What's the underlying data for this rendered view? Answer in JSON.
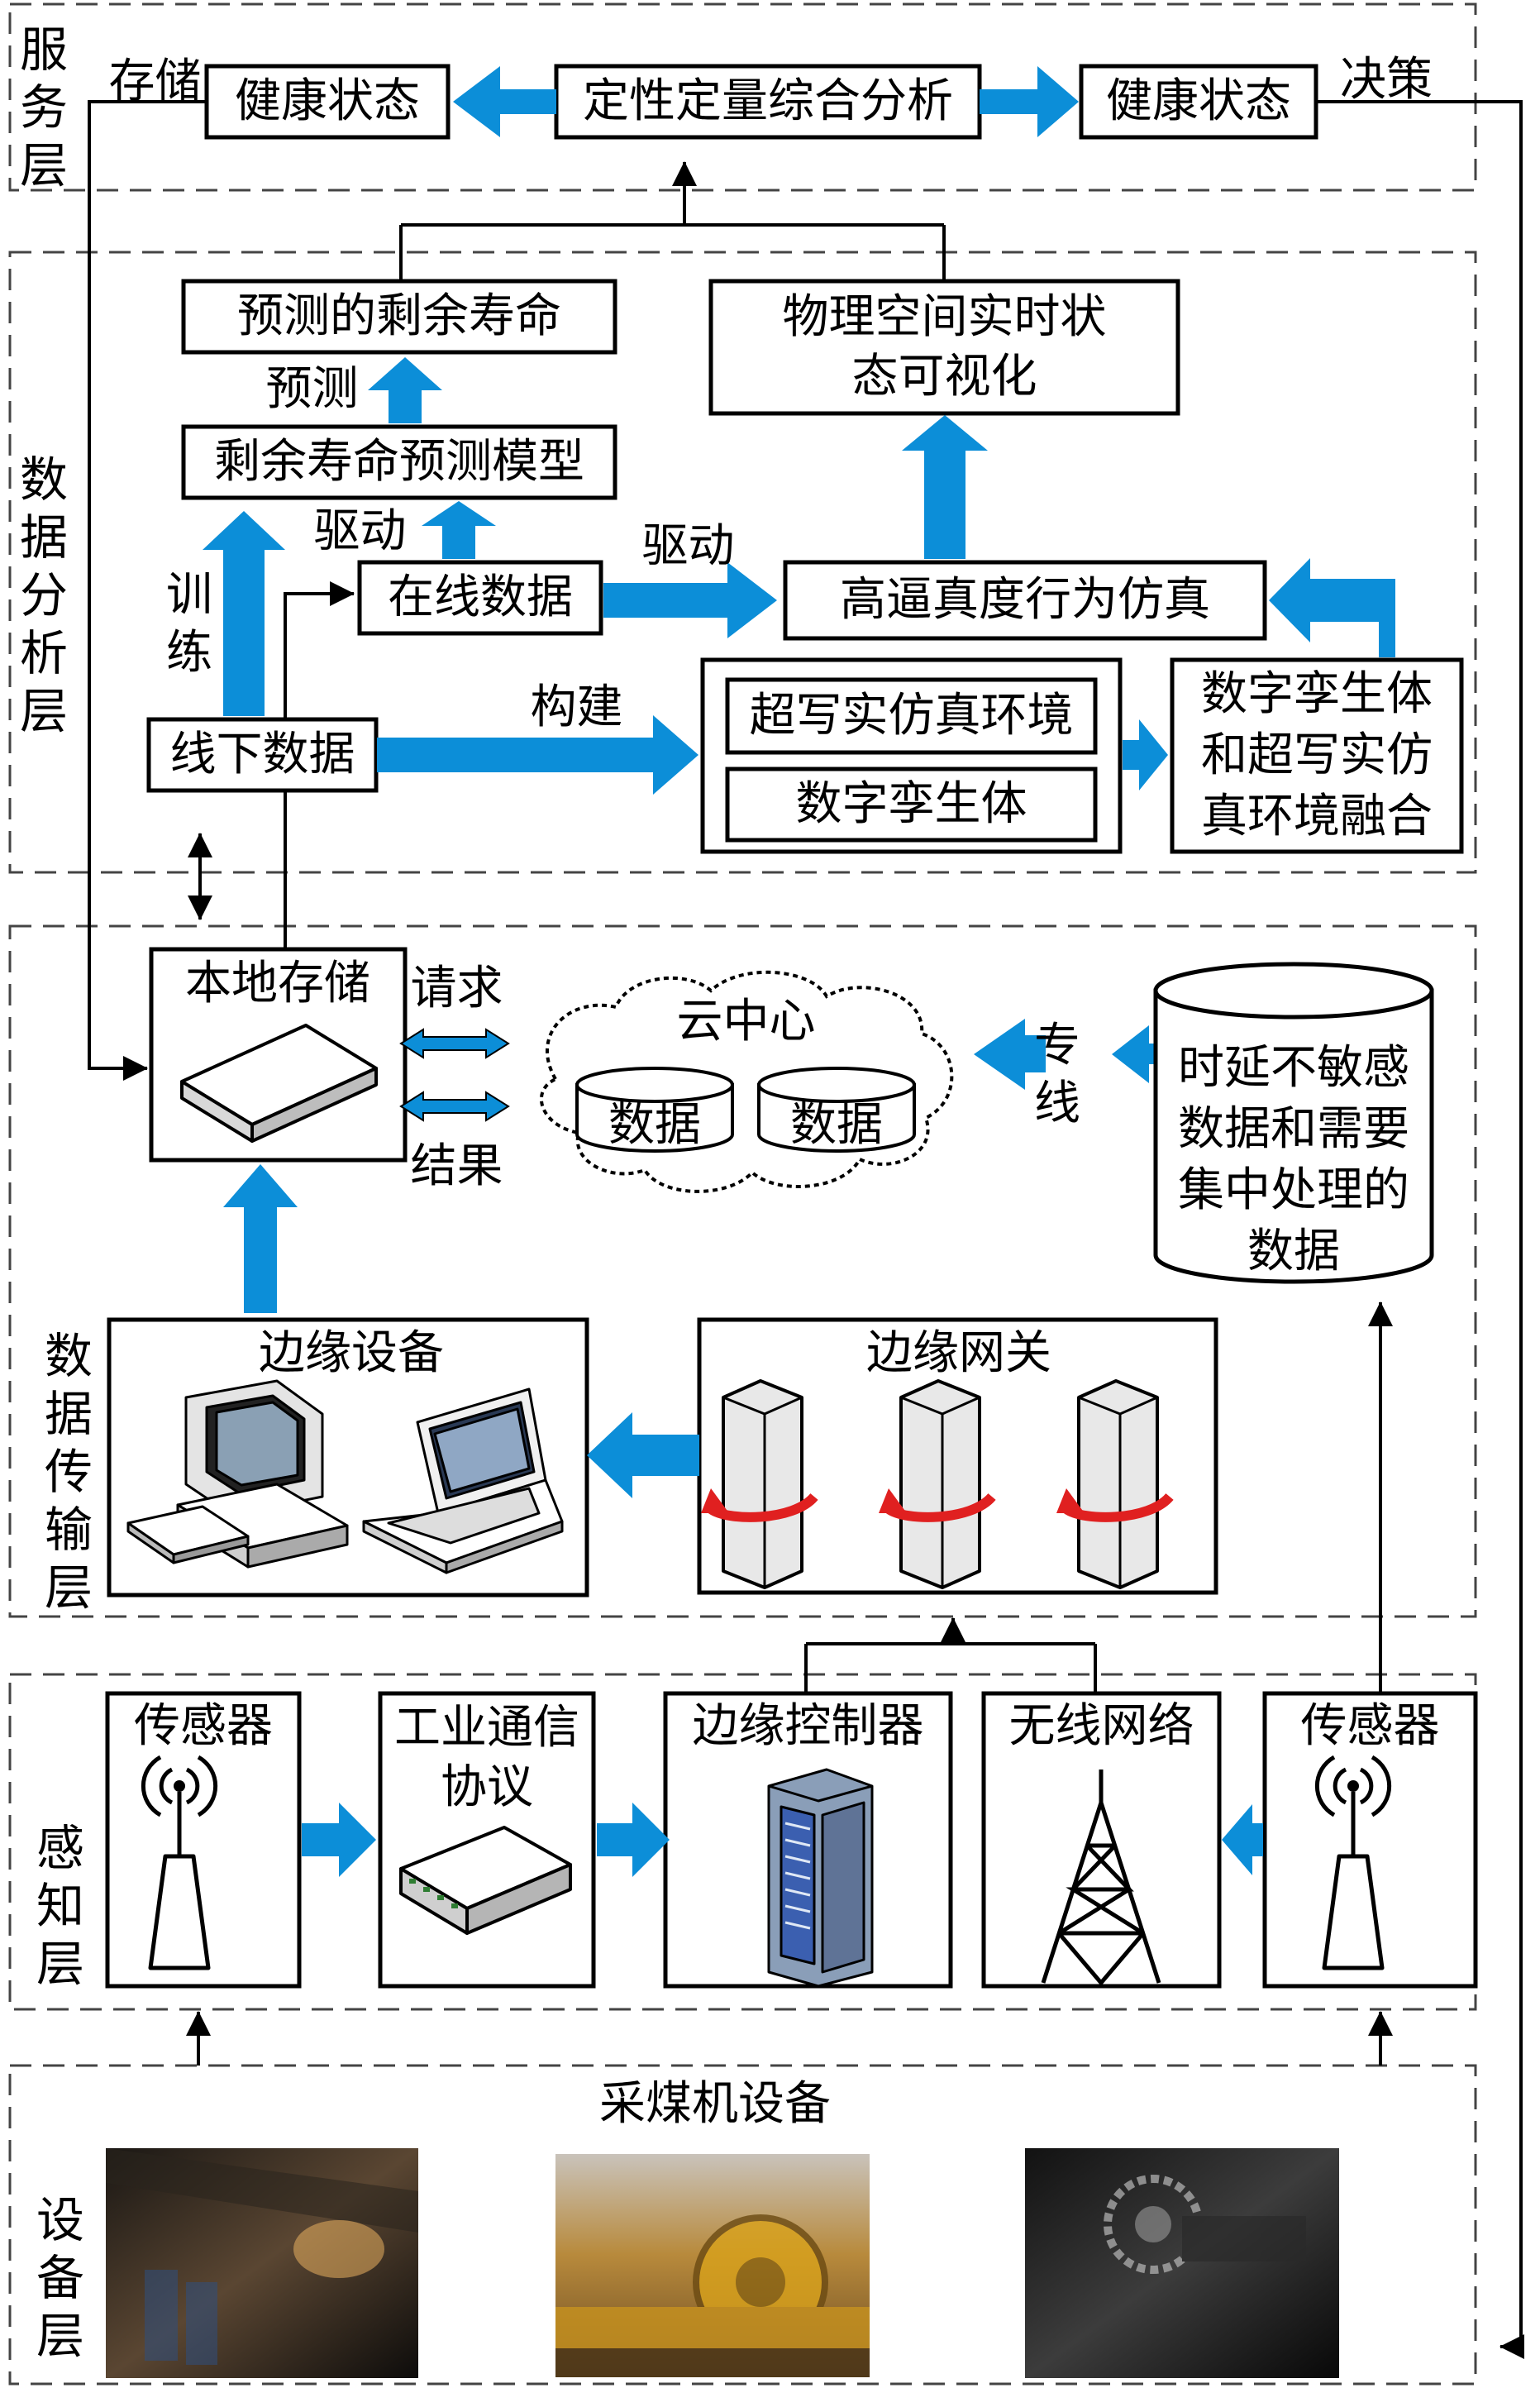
{
  "layers": {
    "service": "服务层",
    "analysis": "数据分析层",
    "transmission": "数据传输层",
    "perception": "感知层",
    "equipment": "设备层"
  },
  "service": {
    "store_label": "存储",
    "health_left": "健康状态",
    "analysis_box": "定性定量综合分析",
    "health_right": "健康状态",
    "decision_label": "决策"
  },
  "analysis": {
    "predicted_rul": "预测的剩余寿命",
    "predict_label": "预测",
    "rul_model": "剩余寿命预测模型",
    "drive_label_1": "驱动",
    "train_label": "训练",
    "online_data": "在线数据",
    "drive_label_2": "驱动",
    "visualization": "物理空间实时状态可视化",
    "simulation": "高逼真度行为仿真",
    "build_label": "构建",
    "offline_data": "线下数据",
    "hyper_env": "超写实仿真环境",
    "digital_twin": "数字孪生体",
    "fusion": "数字孪生体和超写实仿真环境融合"
  },
  "transmission": {
    "local_storage": "本地存储",
    "request_label": "请求",
    "result_label": "结果",
    "cloud_center": "云中心",
    "cloud_data_1": "数据",
    "cloud_data_2": "数据",
    "dedicated_line": "专线",
    "latency_data": "时延不敏感数据和需要集中处理的数据",
    "edge_devices": "边缘设备",
    "edge_gateway": "边缘网关"
  },
  "perception": {
    "sensor_left": "传感器",
    "industrial_protocol": "工业通信协议",
    "edge_controller": "边缘控制器",
    "wireless_network": "无线网络",
    "sensor_right": "传感器"
  },
  "equipment": {
    "title": "采煤机设备"
  },
  "colors": {
    "arrow_blue": "#0c8ed8",
    "line": "#000000",
    "dash": "#444444"
  }
}
